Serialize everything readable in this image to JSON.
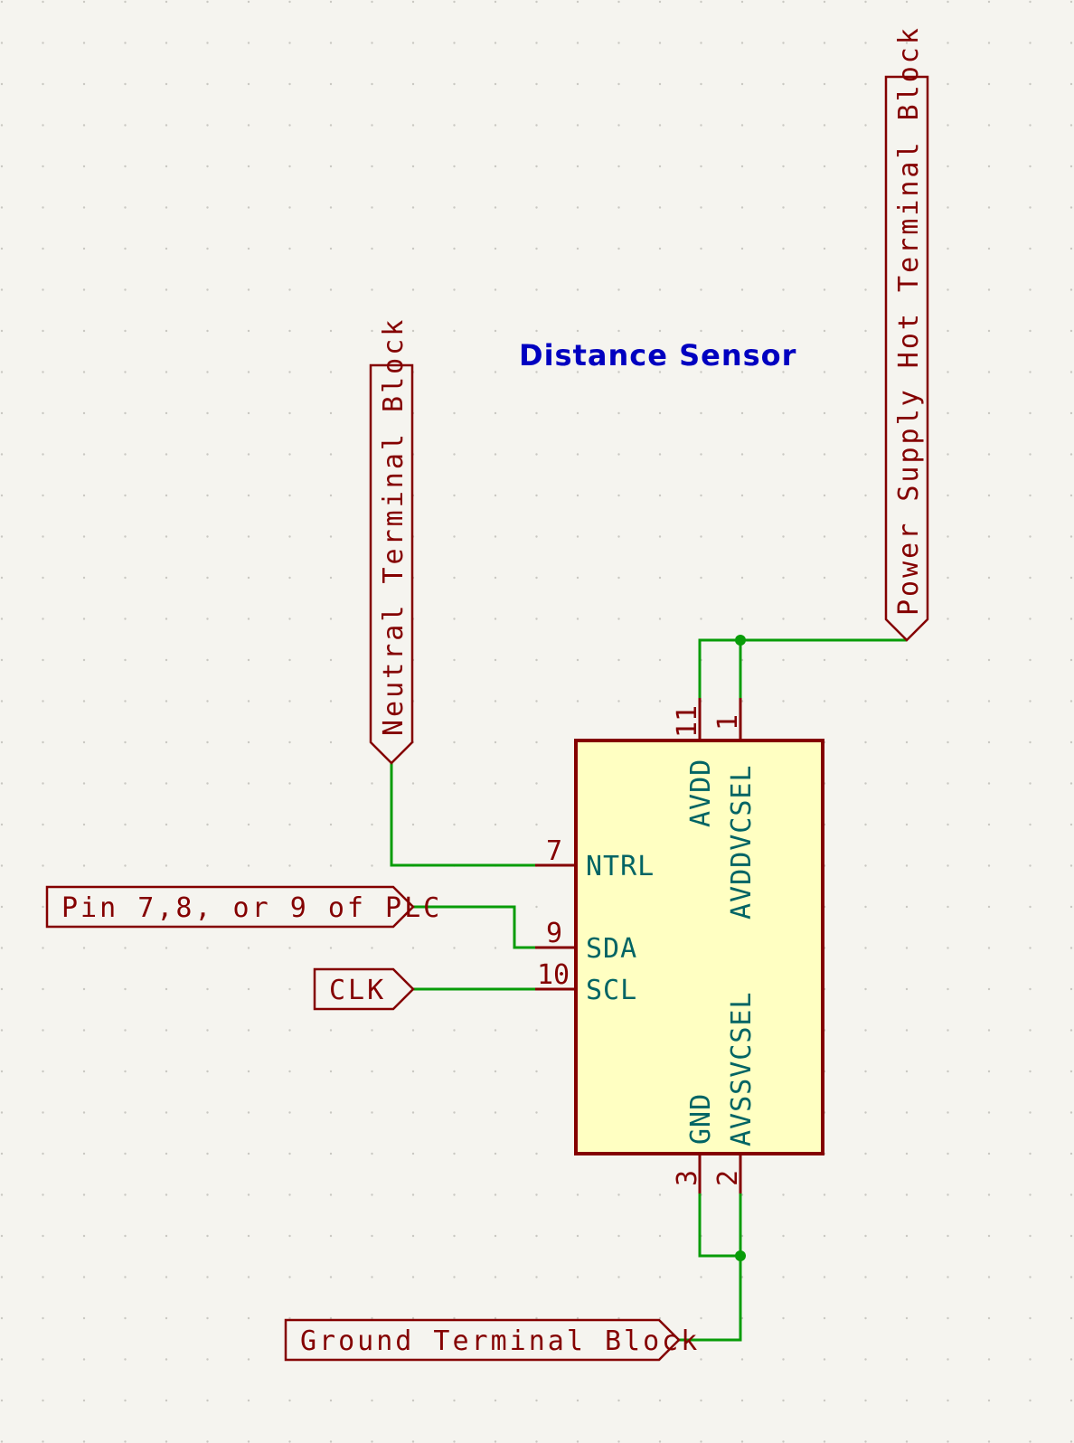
{
  "title": "Distance Sensor",
  "labels": {
    "neutral": "Neutral Terminal Block",
    "power": "Power Supply Hot Terminal Block",
    "pin_plc": "Pin 7,8, or 9 of PLC",
    "clk": "CLK",
    "ground": "Ground Terminal Block"
  },
  "component": {
    "pins": {
      "ntrl": {
        "name": "NTRL",
        "number": "7"
      },
      "sda": {
        "name": "SDA",
        "number": "9"
      },
      "scl": {
        "name": "SCL",
        "number": "10"
      },
      "avdd": {
        "name": "AVDD",
        "number": "11"
      },
      "avddvcsel": {
        "name": "AVDDVCSEL",
        "number": "1"
      },
      "gnd": {
        "name": "GND",
        "number": "3"
      },
      "avssvcsel": {
        "name": "AVSSVCSEL",
        "number": "2"
      }
    }
  },
  "colors": {
    "wire": "#089c08",
    "pin": "#840000",
    "pin_name": "#006464",
    "title": "#0000c0",
    "body_fill": "#ffffc2",
    "background": "#f5f4ef"
  }
}
